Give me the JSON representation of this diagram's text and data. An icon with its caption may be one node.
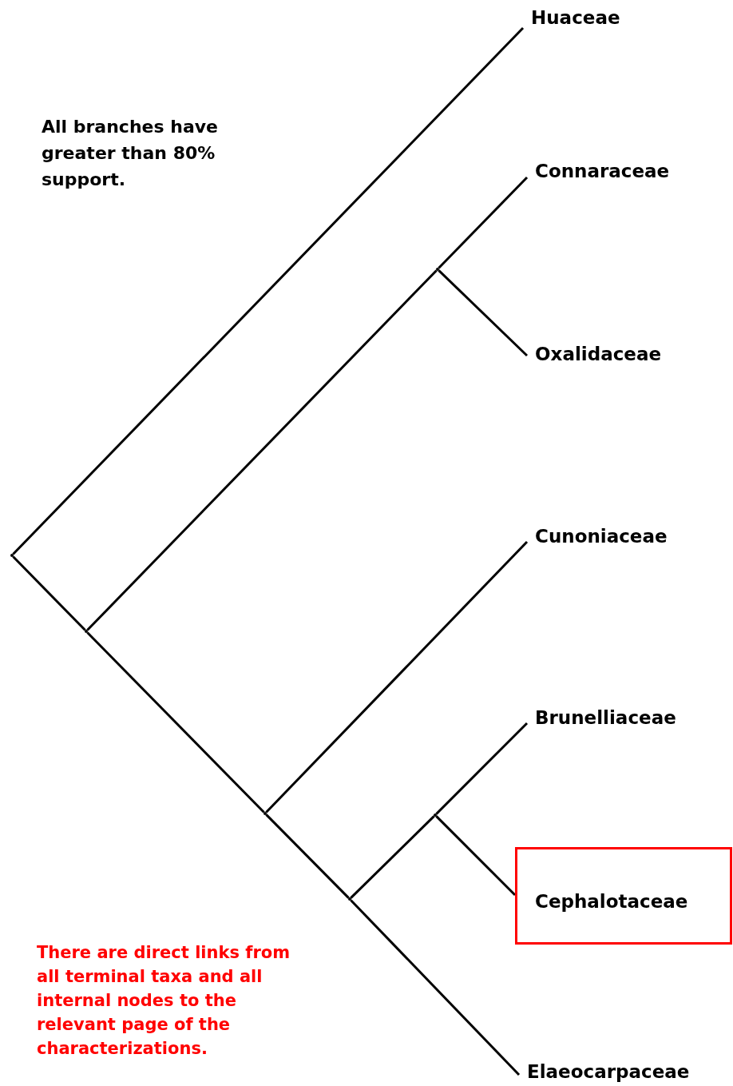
{
  "diagram": {
    "nodes": [
      {
        "text": [
          "Huaceae"
        ]
      },
      {
        "text": [
          "Connaraceae"
        ]
      },
      {
        "text": [
          "Oxalidaceae"
        ]
      },
      {
        "text": [
          "Cunoniaceae"
        ]
      },
      {
        "text": [
          "Brunelliaceae"
        ]
      },
      {
        "text": [
          "Cephalotaceae"
        ]
      },
      {
        "text": [
          "Elaeocarpaceae"
        ]
      },
      {
        "text": [],
        "shape": "point"
      },
      {
        "text": [],
        "shape": "point"
      },
      {
        "text": [],
        "shape": "point"
      },
      {
        "text": [],
        "shape": "point"
      },
      {
        "text": [],
        "shape": "point"
      },
      {
        "text": [],
        "shape": "point"
      }
    ],
    "edges": [
      {
        "from": 7,
        "to": 0,
        "arrow": "none"
      },
      {
        "from": 7,
        "to": 8,
        "arrow": "none"
      },
      {
        "from": 8,
        "to": 12,
        "arrow": "none"
      },
      {
        "from": 12,
        "to": 1,
        "arrow": "none"
      },
      {
        "from": 12,
        "to": 2,
        "arrow": "none"
      },
      {
        "from": 8,
        "to": 9,
        "arrow": "none"
      },
      {
        "from": 9,
        "to": 3,
        "arrow": "none"
      },
      {
        "from": 9,
        "to": 10,
        "arrow": "none"
      },
      {
        "from": 10,
        "to": 11,
        "arrow": "none"
      },
      {
        "from": 11,
        "to": 4,
        "arrow": "none"
      },
      {
        "from": 11,
        "to": 5,
        "arrow": "none"
      },
      {
        "from": 10,
        "to": 6,
        "arrow": "none"
      }
    ],
    "labels": [
      "All branches have greater than 80% support.",
      "There are direct links from all terminal taxa and all internal nodes to the relevant page of the characterizations."
    ]
  }
}
